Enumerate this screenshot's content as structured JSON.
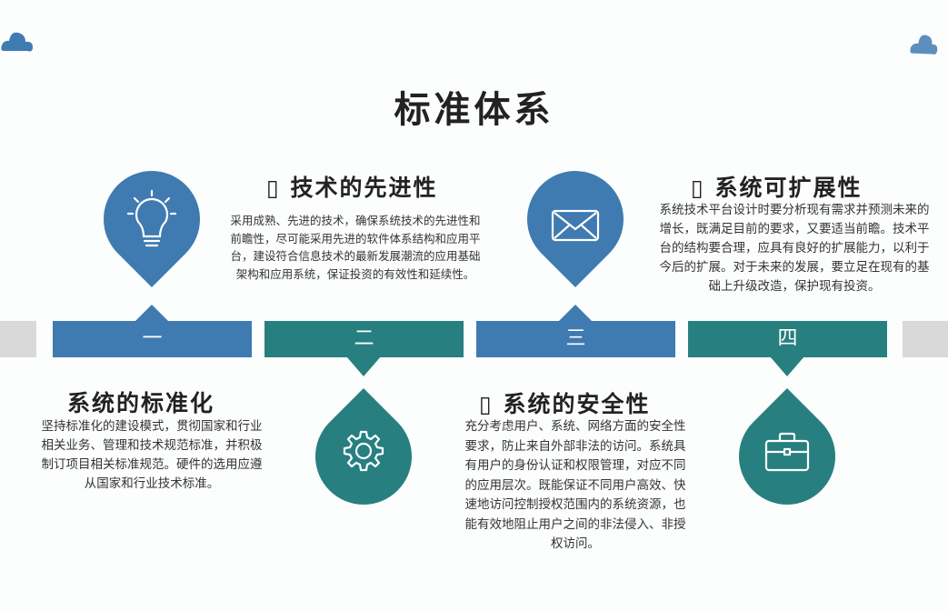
{
  "title": "标准体系",
  "steps": [
    {
      "num": "一",
      "heading": "系统的标准化",
      "body": "坚持标准化的建设模式，贯彻国家和行业相关业务、管理和技术规范标准，并积极制订项目相关标准规范。硬件的选用应遵从国家和行业技术标准。"
    },
    {
      "num": "二",
      "heading": "技术的先进性",
      "body": "采用成熟、先进的技术，确保系统技术的先进性和前瞻性，尽可能采用先进的软件体系结构和应用平台，建设符合信息技术的最新发展潮流的应用基础架构和应用系统，保证投资的有效性和延续性。"
    },
    {
      "num": "三",
      "heading": "系统的安全性",
      "body": "充分考虑用户、系统、网络方面的安全性要求，防止来自外部非法的访问。系统具有用户的身份认证和权限管理，对应不同的应用层次。既能保证不同用户高效、快速地访问控制授权范围内的系统资源，也能有效地阻止用户之间的非法侵入、非授权访问。"
    },
    {
      "num": "四",
      "heading": "系统可扩展性",
      "body": "系统技术平台设计时要分析现有需求并预测未来的增长，既满足目前的要求，又要适当前瞻。技术平台的结构要合理，应具有良好的扩展能力，以利于今后的扩展。对于未来的发展，要立足在现有的基础上升级改造，保护现有投资。"
    }
  ],
  "bullet": "▯",
  "colors": {
    "blue": "#3f7bb1",
    "teal": "#277f80",
    "grey": "#d9d9d9"
  }
}
